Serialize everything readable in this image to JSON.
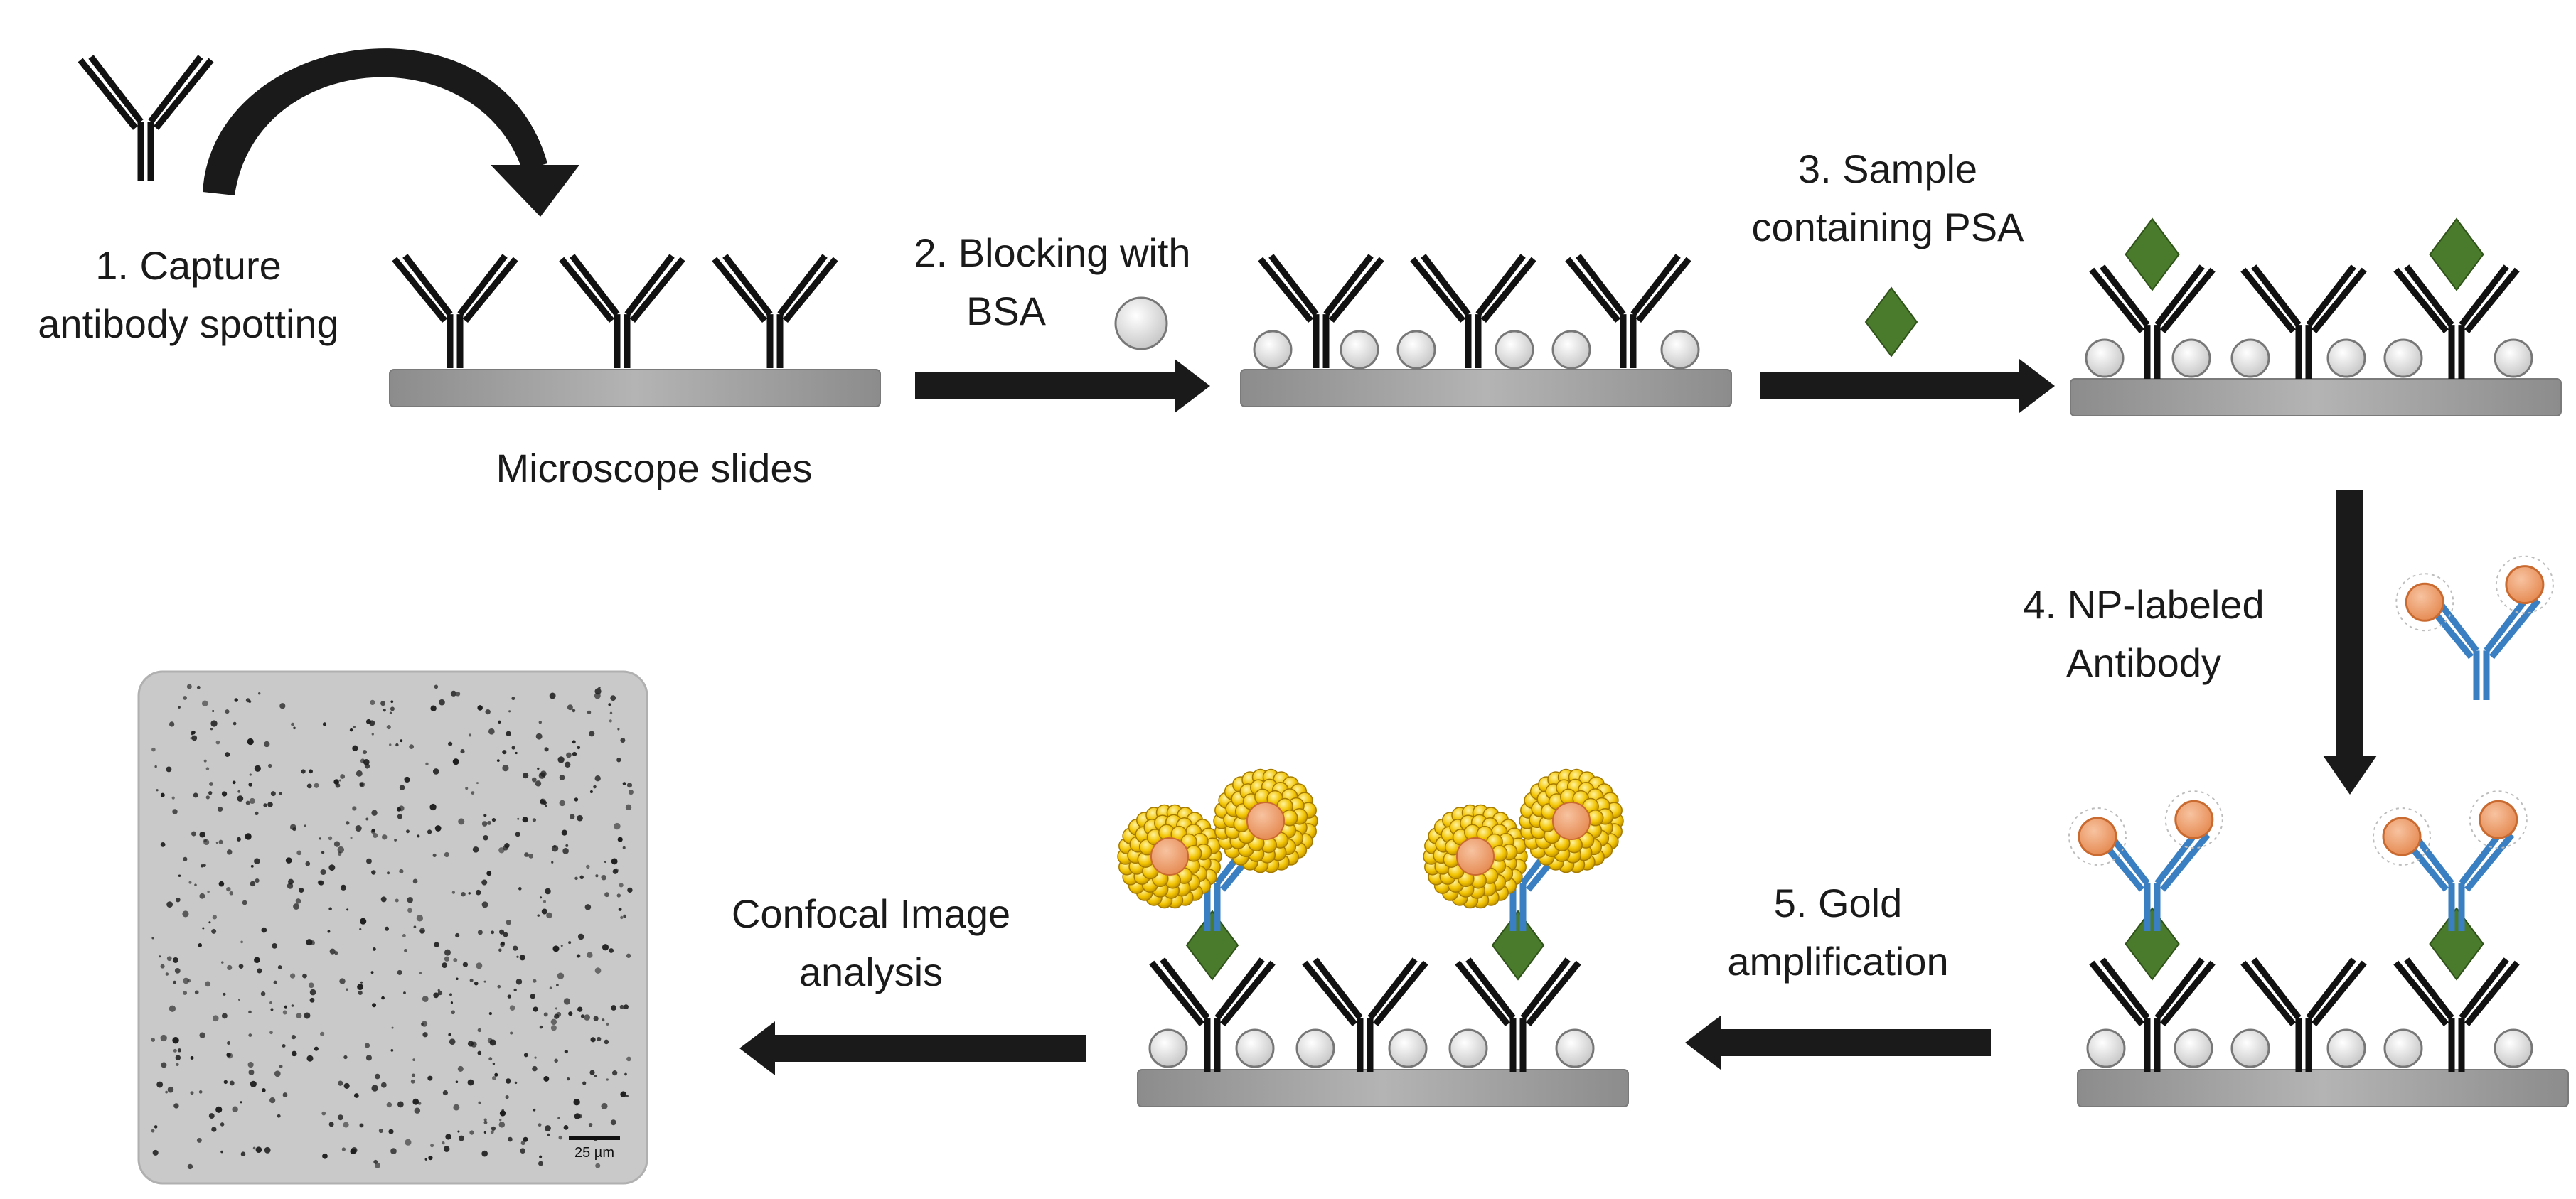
{
  "steps": {
    "step1": {
      "line1": "1. Capture",
      "line2": "antibody spotting"
    },
    "slide_caption": "Microscope slides",
    "step2": {
      "line1": "2. Blocking with",
      "line2": "BSA"
    },
    "step3": {
      "line1": "3. Sample",
      "line2": "containing PSA"
    },
    "step4": {
      "line1": "4. NP-labeled",
      "line2": "Antibody"
    },
    "step5": {
      "line1": "5. Gold",
      "line2": "amplification"
    },
    "step6": {
      "line1": "Confocal Image",
      "line2": "analysis"
    }
  },
  "micrograph": {
    "scale_bar_label": "25 µm"
  },
  "colors": {
    "antibody": "#111111",
    "slide": "#9a9a9a",
    "bsa": "#e6e6e6",
    "psa": "#4a7a2c",
    "detection_antibody": "#3a7fc2",
    "nanoparticle": "#ec9a66",
    "gold": "#f2c300",
    "arrow": "#1a1a1a",
    "micrograph_bg": "#c9c9c9"
  }
}
